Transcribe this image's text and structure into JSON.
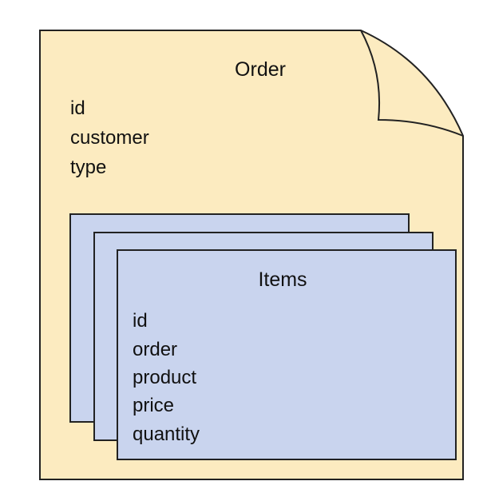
{
  "document": {
    "title": "Order",
    "fields": [
      "id",
      "customer",
      "type"
    ],
    "fill_color": "#FCEBC0",
    "stroke_color": "#222222"
  },
  "embedded": {
    "title": "Items",
    "fields": [
      "id",
      "order",
      "product",
      "price",
      "quantity"
    ],
    "fill_color": "#C9D4EE",
    "stroke_color": "#222222"
  }
}
